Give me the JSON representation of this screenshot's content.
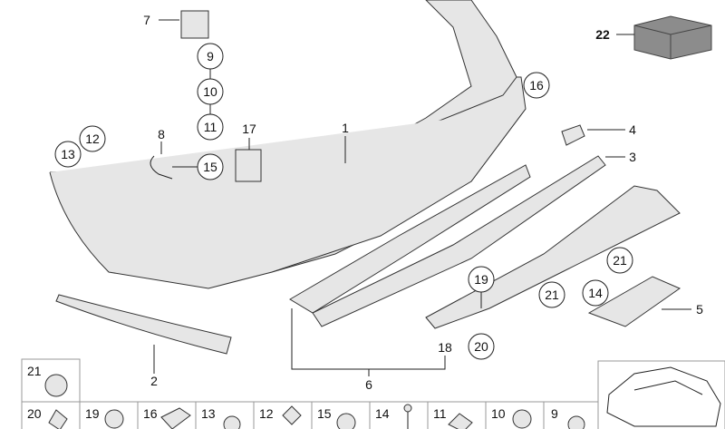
{
  "callouts_circled": [
    {
      "label": "9"
    },
    {
      "label": "10"
    },
    {
      "label": "11"
    },
    {
      "label": "12"
    },
    {
      "label": "13"
    },
    {
      "label": "15"
    },
    {
      "label": "16"
    },
    {
      "label": "19"
    },
    {
      "label": "20"
    },
    {
      "label": "21"
    },
    {
      "label": "21"
    },
    {
      "label": "14"
    }
  ],
  "callouts_plain": [
    {
      "label": "7"
    },
    {
      "label": "8"
    },
    {
      "label": "17"
    },
    {
      "label": "1"
    },
    {
      "label": "4"
    },
    {
      "label": "3"
    },
    {
      "label": "5"
    },
    {
      "label": "2"
    },
    {
      "label": "6"
    },
    {
      "label": "18"
    },
    {
      "label": "22"
    }
  ],
  "fastener_cells": [
    {
      "label": "21"
    },
    {
      "label": "20"
    },
    {
      "label": "19"
    },
    {
      "label": "16"
    },
    {
      "label": "13"
    },
    {
      "label": "12"
    },
    {
      "label": "15"
    },
    {
      "label": "14"
    },
    {
      "label": "11"
    },
    {
      "label": "10"
    },
    {
      "label": "9"
    }
  ],
  "colors": {
    "line": "#222222",
    "part_fill": "#e6e6e6",
    "box_fill": "#8c8c8c"
  }
}
